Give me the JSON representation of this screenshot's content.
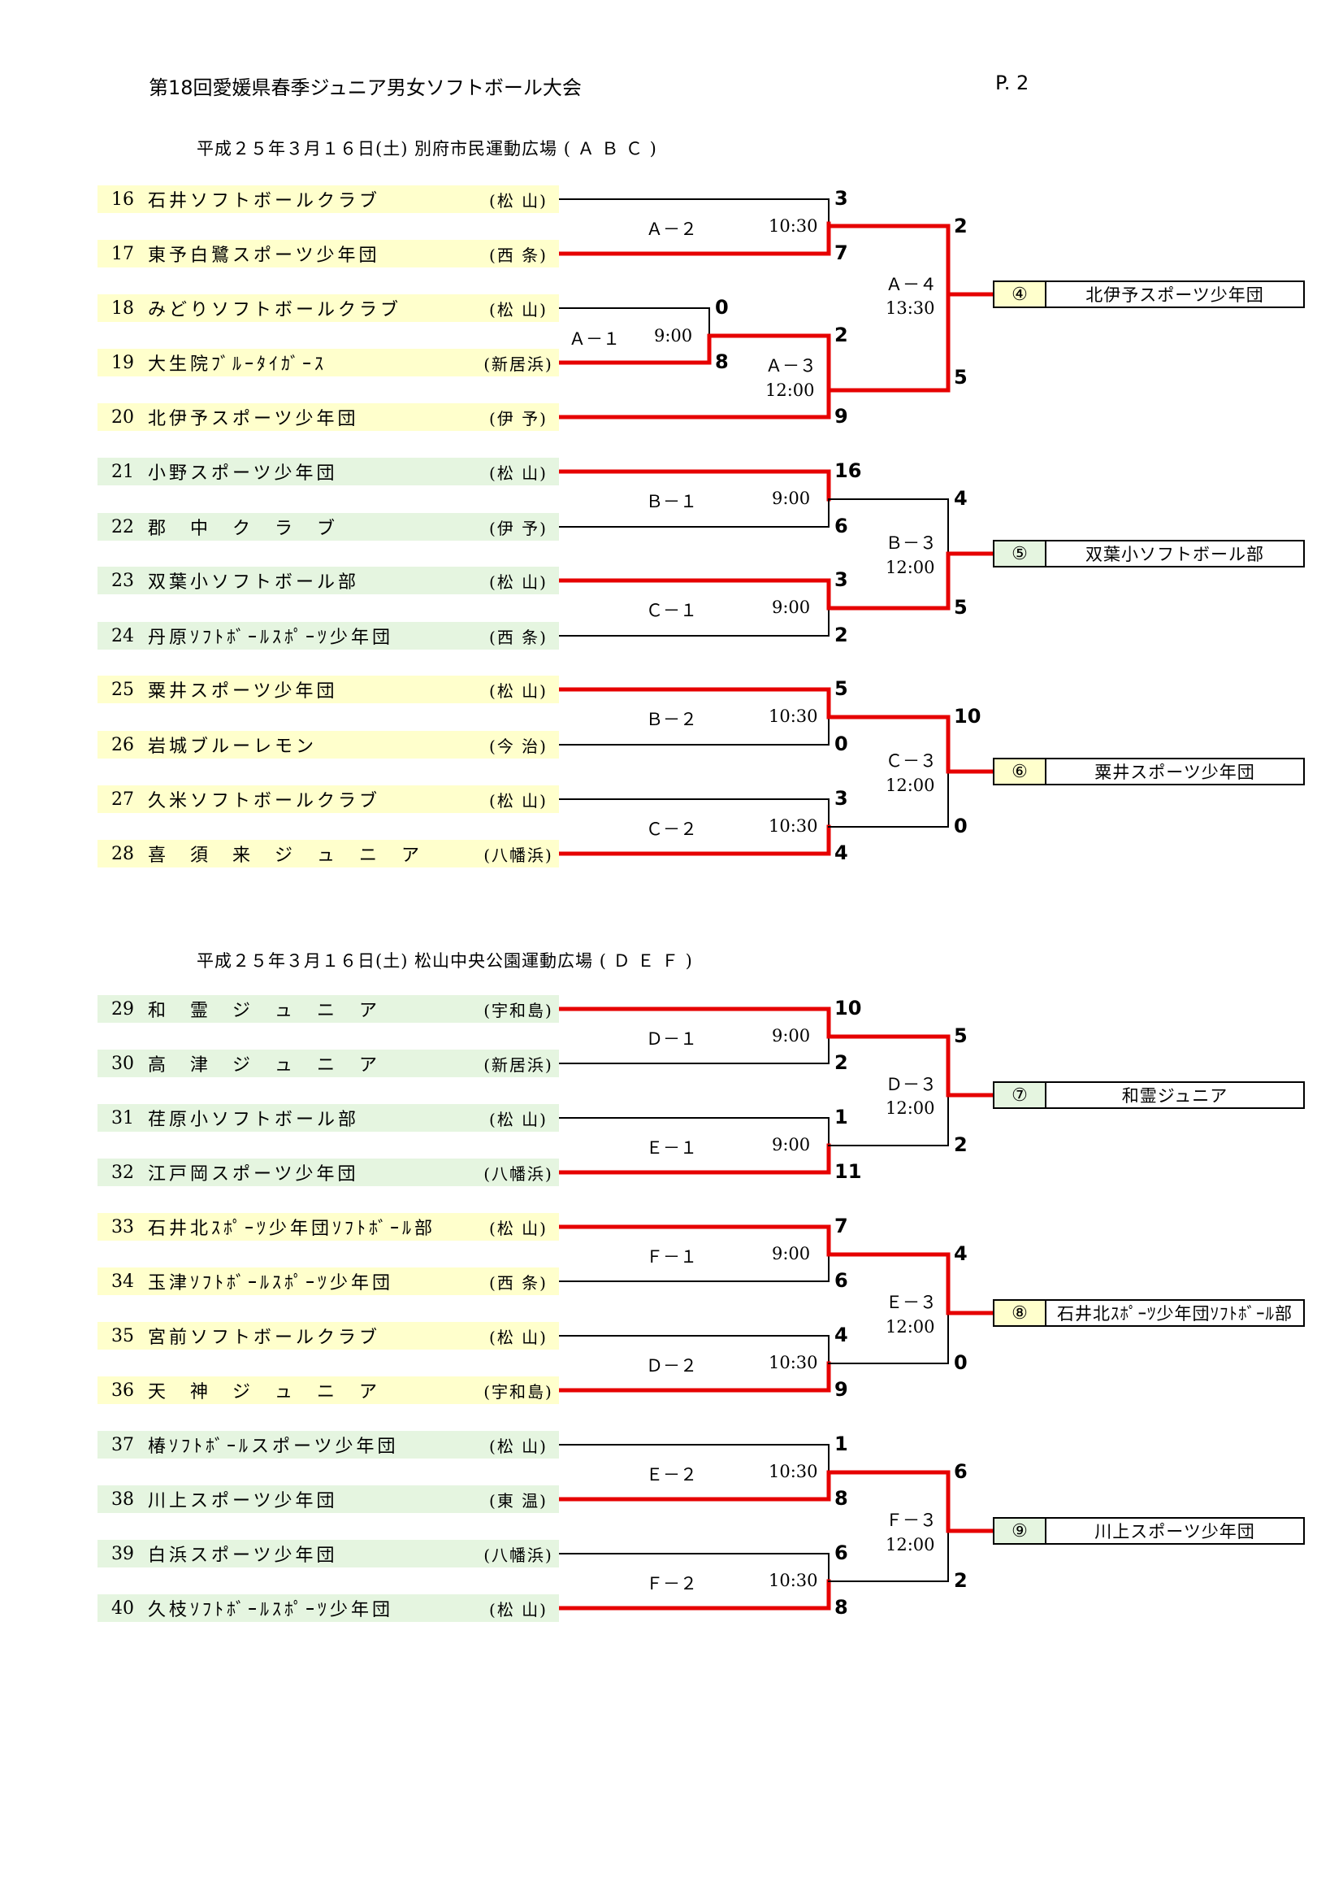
{
  "header": {
    "title": "第18回愛媛県春季ジュニア男女ソフトボール大会",
    "page": "P. 2"
  },
  "sessions": [
    {
      "label": "平成２５年３月１６日(土) 別府市民運動広場 ( Ａ Ｂ Ｃ )"
    },
    {
      "label": "平成２５年３月１６日(土) 松山中央公園運動広場 ( Ｄ Ｅ Ｆ )"
    }
  ],
  "teams": [
    {
      "num": "16",
      "name": "石井ソフトボールクラブ",
      "city": "(松 山)"
    },
    {
      "num": "17",
      "name": "東予白鷺スポーツ少年団",
      "city": "(西 条)"
    },
    {
      "num": "18",
      "name": "みどりソフトボールクラブ",
      "city": "(松 山)"
    },
    {
      "num": "19",
      "name": "大生院ﾌﾞﾙｰﾀｲｶﾞｰｽ",
      "city": "(新居浜)"
    },
    {
      "num": "20",
      "name": "北伊予スポーツ少年団",
      "city": "(伊 予)"
    },
    {
      "num": "21",
      "name": "小野スポーツ少年団",
      "city": "(松 山)"
    },
    {
      "num": "22",
      "name": "郡　中　ク　ラ　ブ",
      "city": "(伊 予)"
    },
    {
      "num": "23",
      "name": "双葉小ソフトボール部",
      "city": "(松 山)"
    },
    {
      "num": "24",
      "name": "丹原ｿﾌﾄﾎﾞｰﾙｽﾎﾟｰﾂ少年団",
      "city": "(西 条)"
    },
    {
      "num": "25",
      "name": "粟井スポーツ少年団",
      "city": "(松 山)"
    },
    {
      "num": "26",
      "name": "岩城ブルーレモン",
      "city": "(今 治)"
    },
    {
      "num": "27",
      "name": "久米ソフトボールクラブ",
      "city": "(松 山)"
    },
    {
      "num": "28",
      "name": "喜　須　来　ジ　ュ　ニ　ア",
      "city": "(八幡浜)"
    },
    {
      "num": "29",
      "name": "和　霊　ジ　ュ　ニ　ア",
      "city": "(宇和島)"
    },
    {
      "num": "30",
      "name": "高　津　ジ　ュ　ニ　ア",
      "city": "(新居浜)"
    },
    {
      "num": "31",
      "name": "荏原小ソフトボール部",
      "city": "(松 山)"
    },
    {
      "num": "32",
      "name": "江戸岡スポーツ少年団",
      "city": "(八幡浜)"
    },
    {
      "num": "33",
      "name": "石井北ｽﾎﾟｰﾂ少年団ｿﾌﾄﾎﾞｰﾙ部",
      "city": "(松 山)"
    },
    {
      "num": "34",
      "name": "玉津ｿﾌﾄﾎﾞｰﾙｽﾎﾟｰﾂ少年団",
      "city": "(西 条)"
    },
    {
      "num": "35",
      "name": "宮前ソフトボールクラブ",
      "city": "(松 山)"
    },
    {
      "num": "36",
      "name": "天　神　ジ　ュ　ニ　ア",
      "city": "(宇和島)"
    },
    {
      "num": "37",
      "name": "椿ｿﾌﾄﾎﾞｰﾙスポーツ少年団",
      "city": "(松 山)"
    },
    {
      "num": "38",
      "name": "川上スポーツ少年団",
      "city": "(東 温)"
    },
    {
      "num": "39",
      "name": "白浜スポーツ少年団",
      "city": "(八幡浜)"
    },
    {
      "num": "40",
      "name": "久枝ｿﾌﾄﾎﾞｰﾙｽﾎﾟｰﾂ少年団",
      "city": "(松 山)"
    }
  ],
  "matches": [
    {
      "label": "Ａ－２",
      "time": "10:30"
    },
    {
      "label": "Ａ－１",
      "time": "9:00"
    },
    {
      "label": "Ａ－３",
      "time": "12:00"
    },
    {
      "label": "Ａ－４",
      "time": "13:30"
    },
    {
      "label": "Ｂ－１",
      "time": "9:00"
    },
    {
      "label": "Ｃ－１",
      "time": "9:00"
    },
    {
      "label": "Ｂ－３",
      "time": "12:00"
    },
    {
      "label": "Ｂ－２",
      "time": "10:30"
    },
    {
      "label": "Ｃ－２",
      "time": "10:30"
    },
    {
      "label": "Ｃ－３",
      "time": "12:00"
    },
    {
      "label": "Ｄ－１",
      "time": "9:00"
    },
    {
      "label": "Ｅ－１",
      "time": "9:00"
    },
    {
      "label": "Ｄ－３",
      "time": "12:00"
    },
    {
      "label": "Ｆ－１",
      "time": "9:00"
    },
    {
      "label": "Ｄ－２",
      "time": "10:30"
    },
    {
      "label": "Ｅ－３",
      "time": "12:00"
    },
    {
      "label": "Ｅ－２",
      "time": "10:30"
    },
    {
      "label": "Ｆ－２",
      "time": "10:30"
    },
    {
      "label": "Ｆ－３",
      "time": "12:00"
    }
  ],
  "scores": [
    "3",
    "7",
    "0",
    "8",
    "2",
    "9",
    "2",
    "5",
    "16",
    "6",
    "3",
    "2",
    "4",
    "5",
    "5",
    "0",
    "3",
    "4",
    "10",
    "0",
    "10",
    "2",
    "1",
    "11",
    "5",
    "2",
    "7",
    "6",
    "4",
    "9",
    "4",
    "0",
    "1",
    "8",
    "6",
    "8",
    "6",
    "2"
  ],
  "winners": [
    {
      "rank": "④",
      "name": "北伊予スポーツ少年団"
    },
    {
      "rank": "⑤",
      "name": "双葉小ソフトボール部"
    },
    {
      "rank": "⑥",
      "name": "粟井スポーツ少年団"
    },
    {
      "rank": "⑦",
      "name": "和霊ジュニア"
    },
    {
      "rank": "⑧",
      "name": "石井北ｽﾎﾟｰﾂ少年団ｿﾌﾄﾎﾞｰﾙ部"
    },
    {
      "rank": "⑨",
      "name": "川上スポーツ少年団"
    }
  ]
}
